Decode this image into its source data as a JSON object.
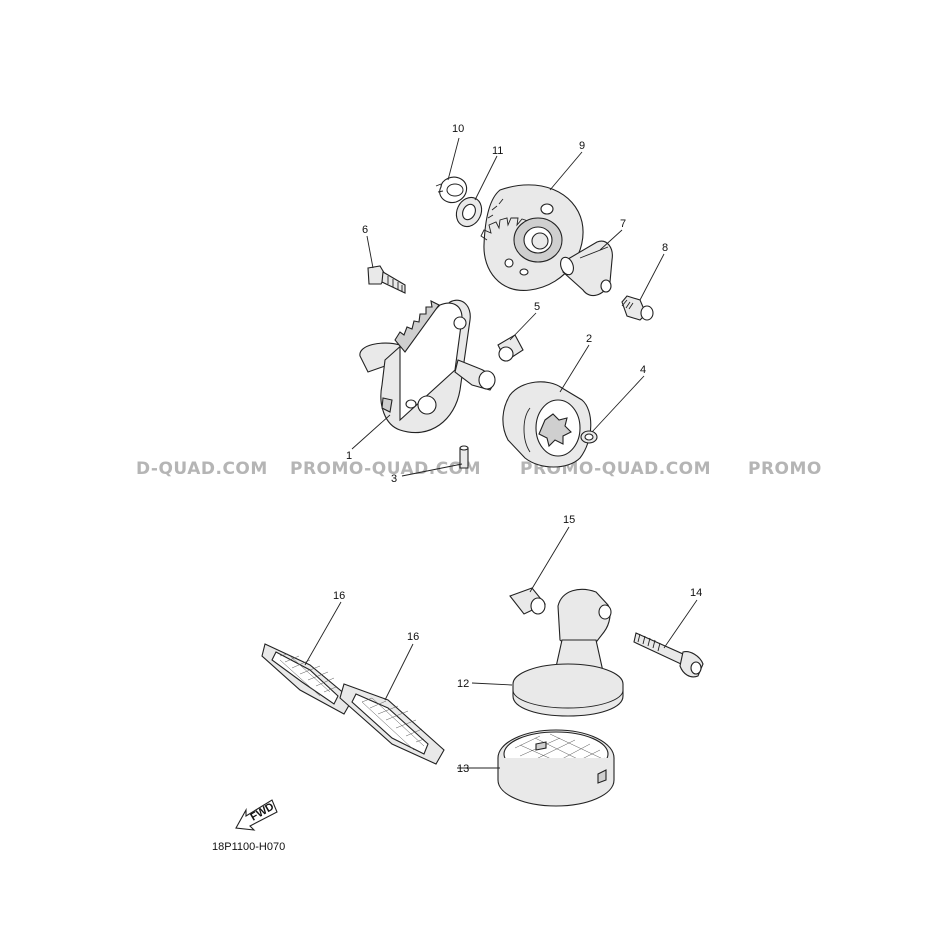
{
  "watermarks": [
    "D-QUAD.COM",
    "PROMO-QUAD.COM",
    "PROMO-QUAD.COM",
    "PROMO"
  ],
  "callouts": [
    "10",
    "11",
    "9",
    "6",
    "7",
    "8",
    "5",
    "2",
    "4",
    "1",
    "3",
    "15",
    "16",
    "16",
    "14",
    "12",
    "13"
  ],
  "fwd_label": "FWD",
  "diagram_code": "18P1100-H070"
}
